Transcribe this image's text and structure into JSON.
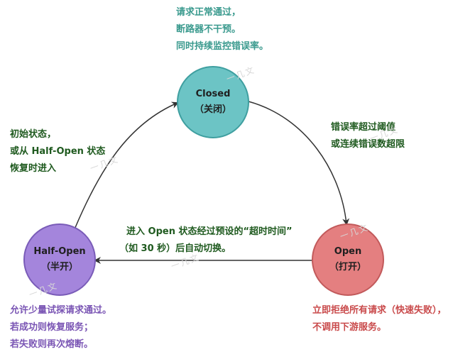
{
  "colors": {
    "closed_fill": "#6cc4c5",
    "closed_stroke": "#3f9fa0",
    "open_fill": "#e47f80",
    "open_stroke": "#c25a5b",
    "halfopen_fill": "#a485dc",
    "halfopen_stroke": "#7a5cb8",
    "closed_note": "#3a9a8e",
    "open_note": "#c94a4b",
    "halfopen_note": "#7a55b4",
    "edge_text": "#1f5a1f",
    "arrow": "#333333"
  },
  "nodes": {
    "closed": {
      "title": "Closed",
      "subtitle": "（关闭）"
    },
    "open": {
      "title": "Open",
      "subtitle": "（打开）"
    },
    "halfopen": {
      "title": "Half-Open",
      "subtitle": "（半开）"
    }
  },
  "notes": {
    "closed": [
      "请求正常通过，",
      "断路器不干预。",
      "同时持续监控错误率。"
    ],
    "open": [
      "立即拒绝所有请求（快速失败），",
      "不调用下游服务。"
    ],
    "halfopen": [
      "允许少量试探请求通过。",
      "若成功则恢复服务；",
      "若失败则再次熔断。"
    ]
  },
  "edges": {
    "closed_to_open": [
      "错误率超过阈值",
      "或连续错误数超限"
    ],
    "open_to_halfopen": [
      "进入 Open 状态经过预设的“超时时间”",
      "（如 30 秒）后自动切换。"
    ],
    "halfopen_to_closed": [
      "初始状态，",
      "或从 Half-Open 状态",
      "恢复时进入"
    ]
  },
  "watermark": "一几文"
}
